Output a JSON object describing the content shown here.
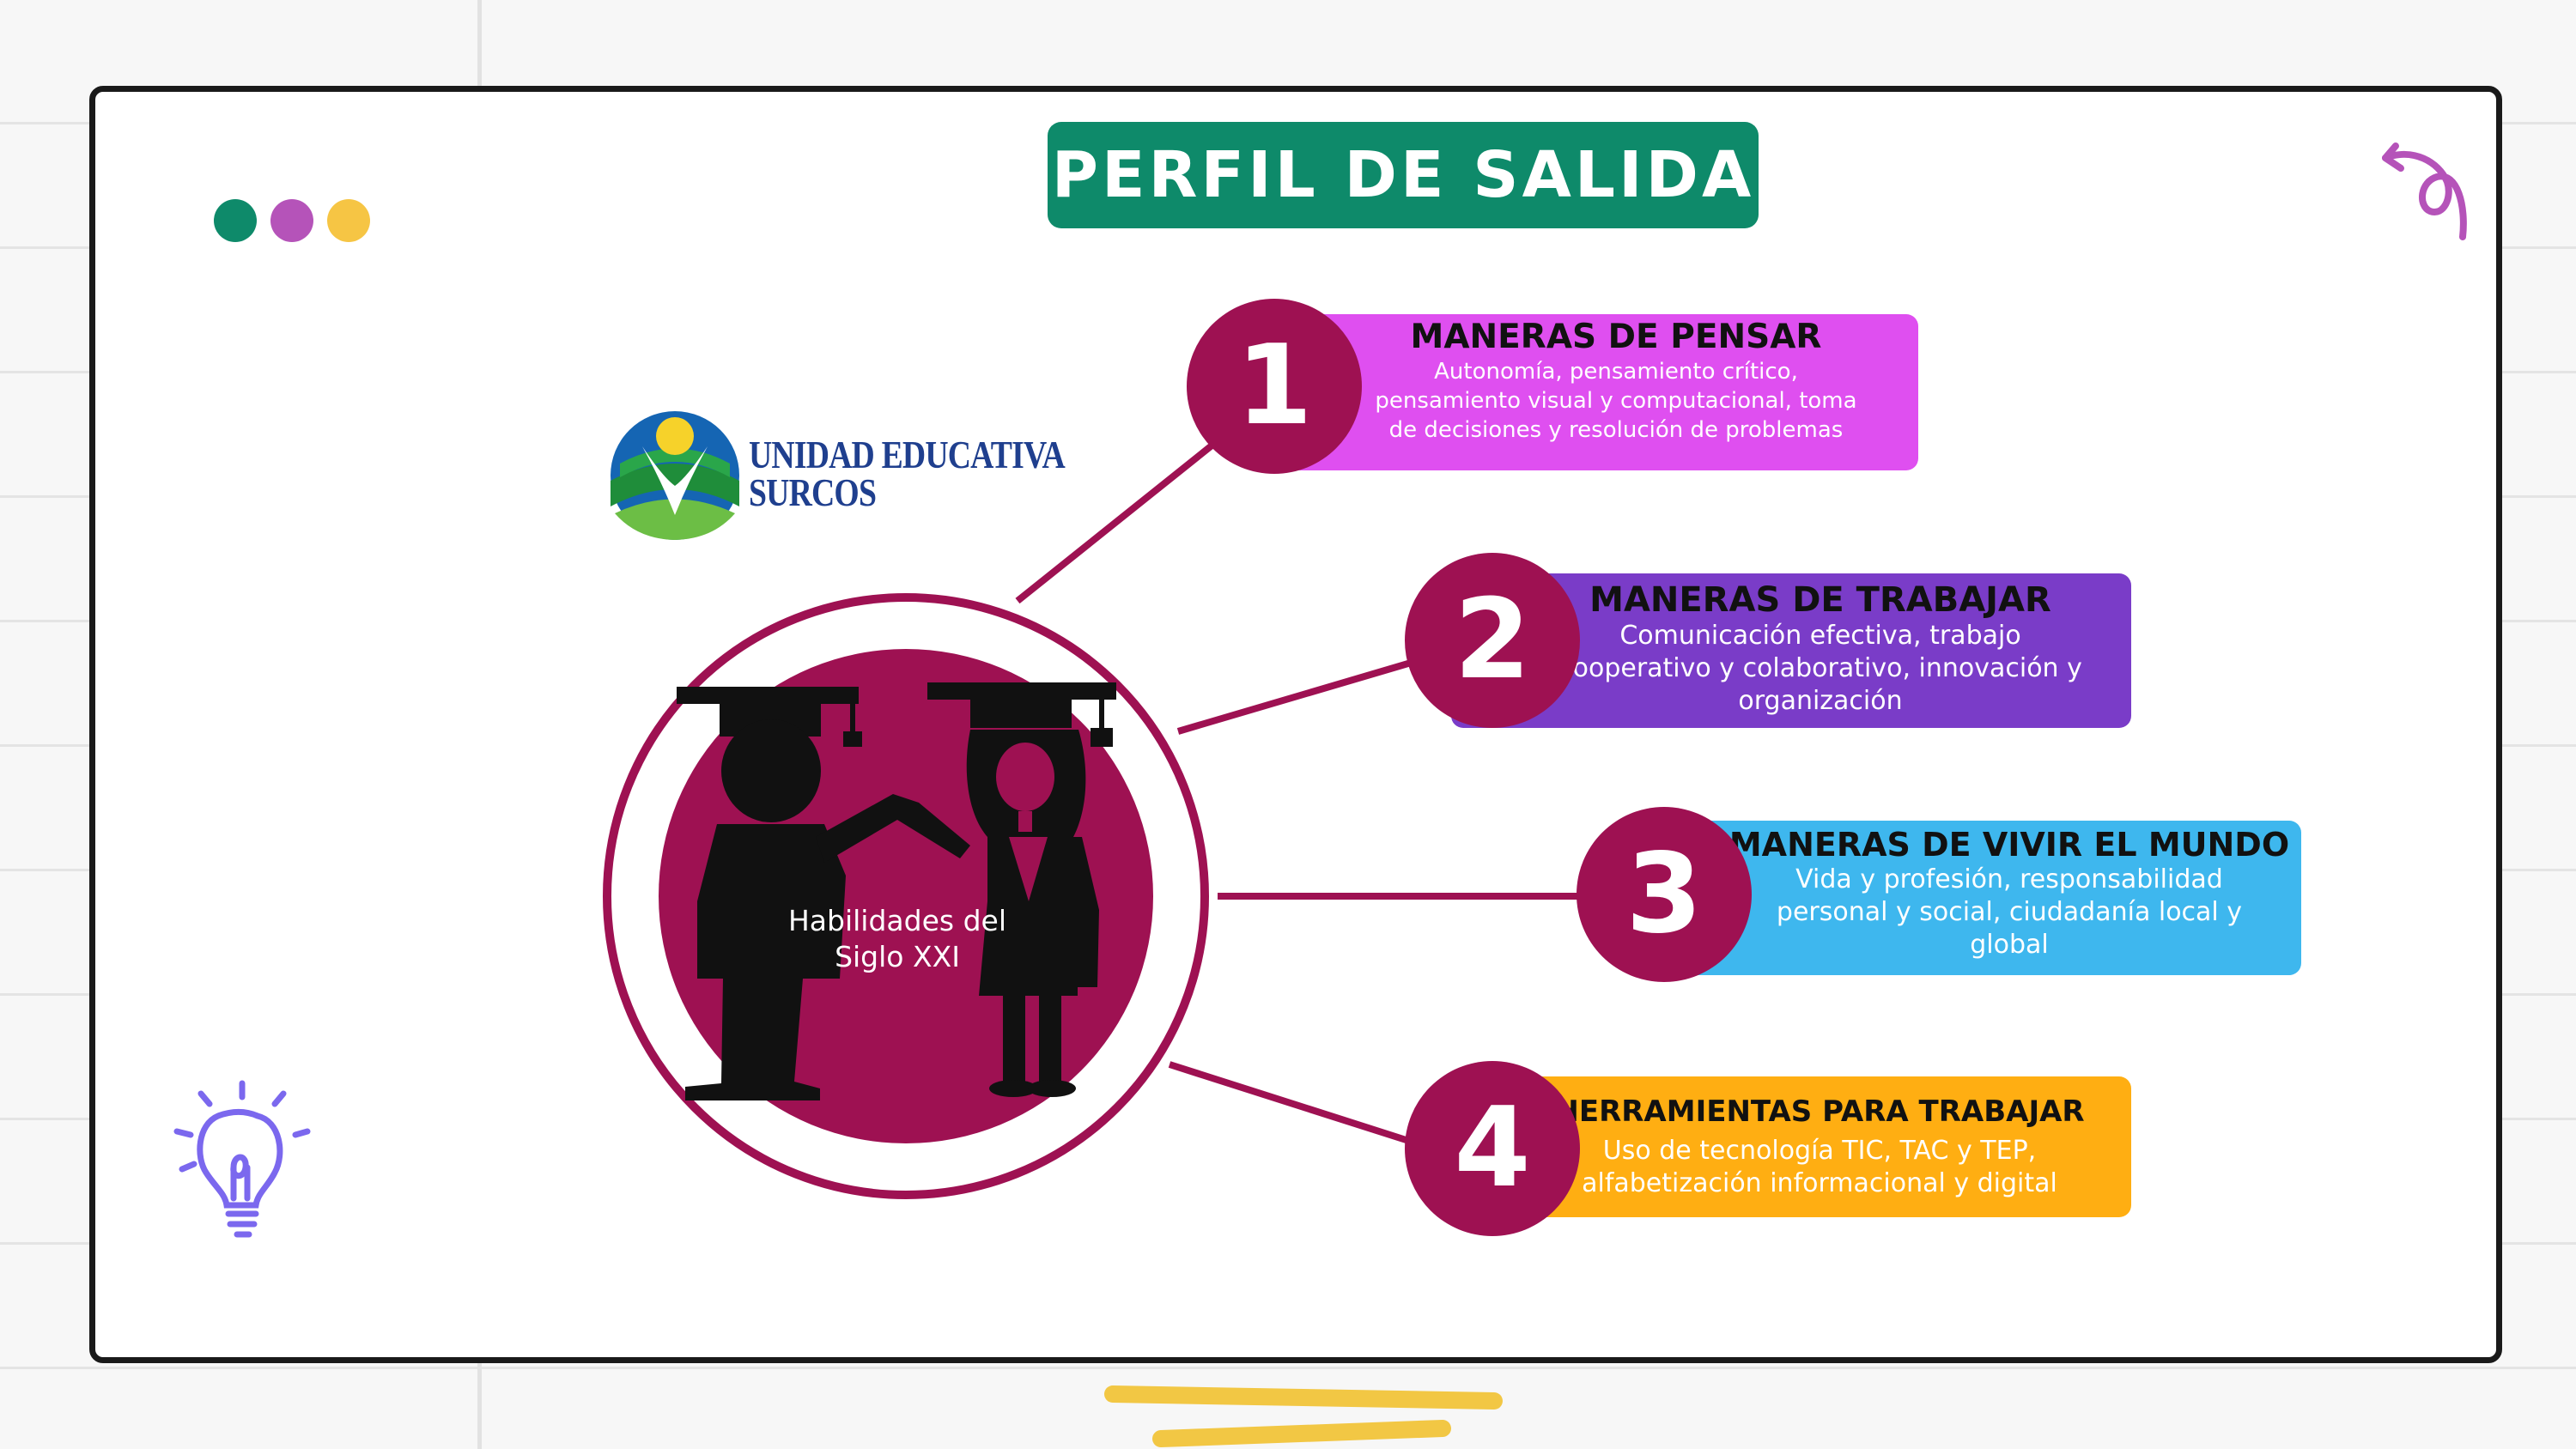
{
  "title": "PERFIL DE SALIDA",
  "logo": {
    "line1": "UNIDAD EDUCATIVA",
    "line2": "SURCOS"
  },
  "center": {
    "label_line1": "Habilidades del",
    "label_line2": "Siglo XXI"
  },
  "items": [
    {
      "number": "1",
      "title": "MANERAS DE PENSAR",
      "desc_lines": [
        "Autonomía, pensamiento crítico,",
        "pensamiento visual y computacional, toma",
        "de decisiones y resolución de problemas"
      ],
      "color": "#df4ff0"
    },
    {
      "number": "2",
      "title": "MANERAS DE TRABAJAR",
      "desc_lines": [
        "Comunicación efectiva, trabajo",
        "cooperativo y colaborativo, innovación y",
        "organización"
      ],
      "color": "#7a3cc8"
    },
    {
      "number": "3",
      "title": "MANERAS DE VIVIR EL MUNDO",
      "desc_lines": [
        "Vida y profesión, responsabilidad",
        "personal y social, ciudadanía local y",
        "global"
      ],
      "color": "#3eb7ee"
    },
    {
      "number": "4",
      "title": "HERRAMIENTAS PARA TRABAJAR",
      "desc_lines": [
        "Uso de tecnología TIC, TAC y TEP,",
        "alfabetización informacional y digital"
      ],
      "color": "#ffae12"
    }
  ],
  "colors": {
    "primary": "#9e1152",
    "title_bg": "#0e8a6a",
    "dot_green": "#0e8a6a",
    "dot_purple": "#b553b9",
    "dot_yellow": "#f6c544",
    "doodle_purple": "#b553b9",
    "bulb_violet": "#7b68ee",
    "underline_yellow": "#f2c744"
  },
  "icons": [
    "curl-arrow-icon",
    "lightbulb-icon",
    "graduates-icon",
    "logo-emblem-icon"
  ]
}
